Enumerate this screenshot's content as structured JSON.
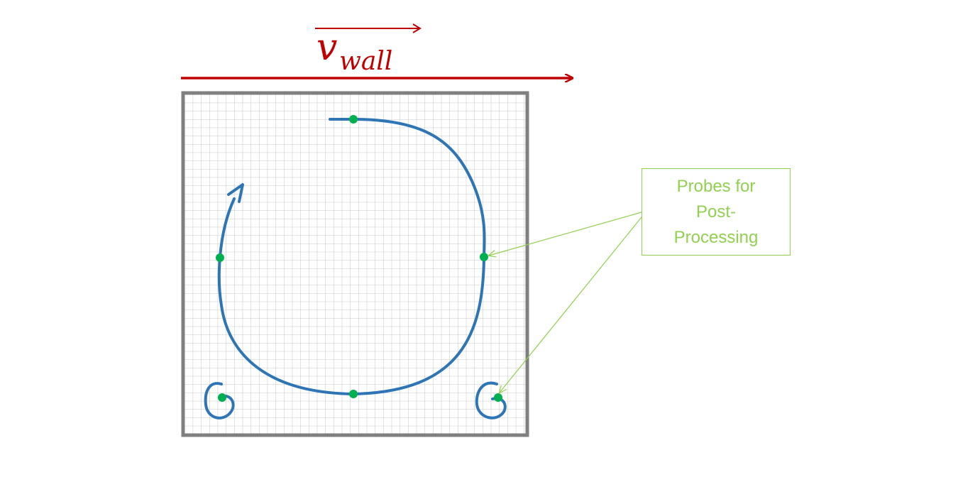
{
  "title": {
    "base": "v",
    "subscript": "wall"
  },
  "callout": {
    "text": "Probes for Post-Processing"
  },
  "colors": {
    "velocity": "#c00000",
    "streamline": "#2e75b6",
    "probe": "#00b050",
    "callout": "#92d050",
    "cavity_wall": "#808080",
    "grid": "#b8b8b8"
  },
  "probes_count": 6
}
